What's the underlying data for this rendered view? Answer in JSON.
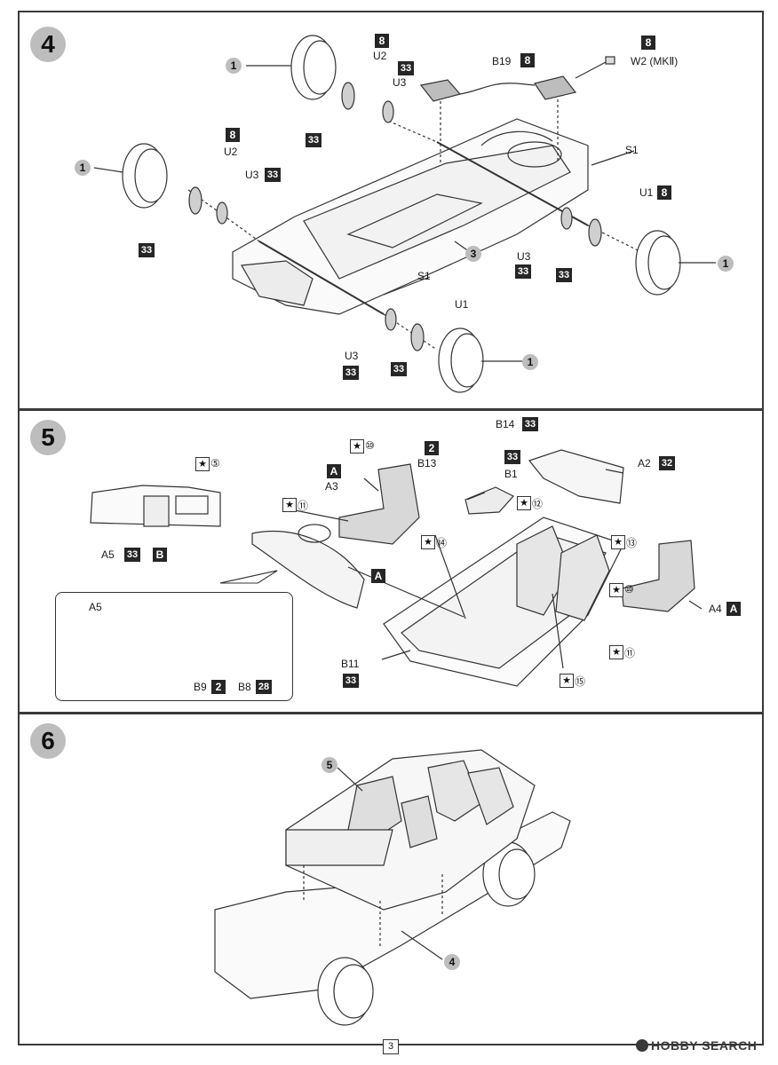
{
  "steps": {
    "s4": {
      "number": "4",
      "labels": {
        "wheel": "1",
        "u2": "U2",
        "u3": "U3",
        "u1": "U1",
        "b19": "B19",
        "w2": "W2 (MKⅡ)",
        "s1": "S1",
        "chassis": "3"
      },
      "badges": {
        "b8": "8",
        "b33": "33"
      }
    },
    "s5": {
      "number": "5",
      "labels": {
        "a3": "A3",
        "a4": "A4",
        "a5": "A5",
        "a2": "A2",
        "b1": "B1",
        "b13": "B13",
        "b14": "B14",
        "b11": "B11",
        "b9": "B9",
        "b8": "B8"
      },
      "badges": {
        "A": "A",
        "B": "B",
        "b2": "2",
        "b28": "28",
        "b32": "32",
        "b33": "33"
      },
      "circled": {
        "c5": "⑤",
        "c10": "⑩",
        "c11": "⑪",
        "c12": "⑫",
        "c13": "⑬",
        "c14": "⑭",
        "c15": "⑮"
      },
      "star": "★"
    },
    "s6": {
      "number": "6",
      "labels": {
        "from5": "5",
        "from4": "4"
      }
    }
  },
  "footer": {
    "page": "3",
    "watermark": "HOBBY SEARCH"
  }
}
